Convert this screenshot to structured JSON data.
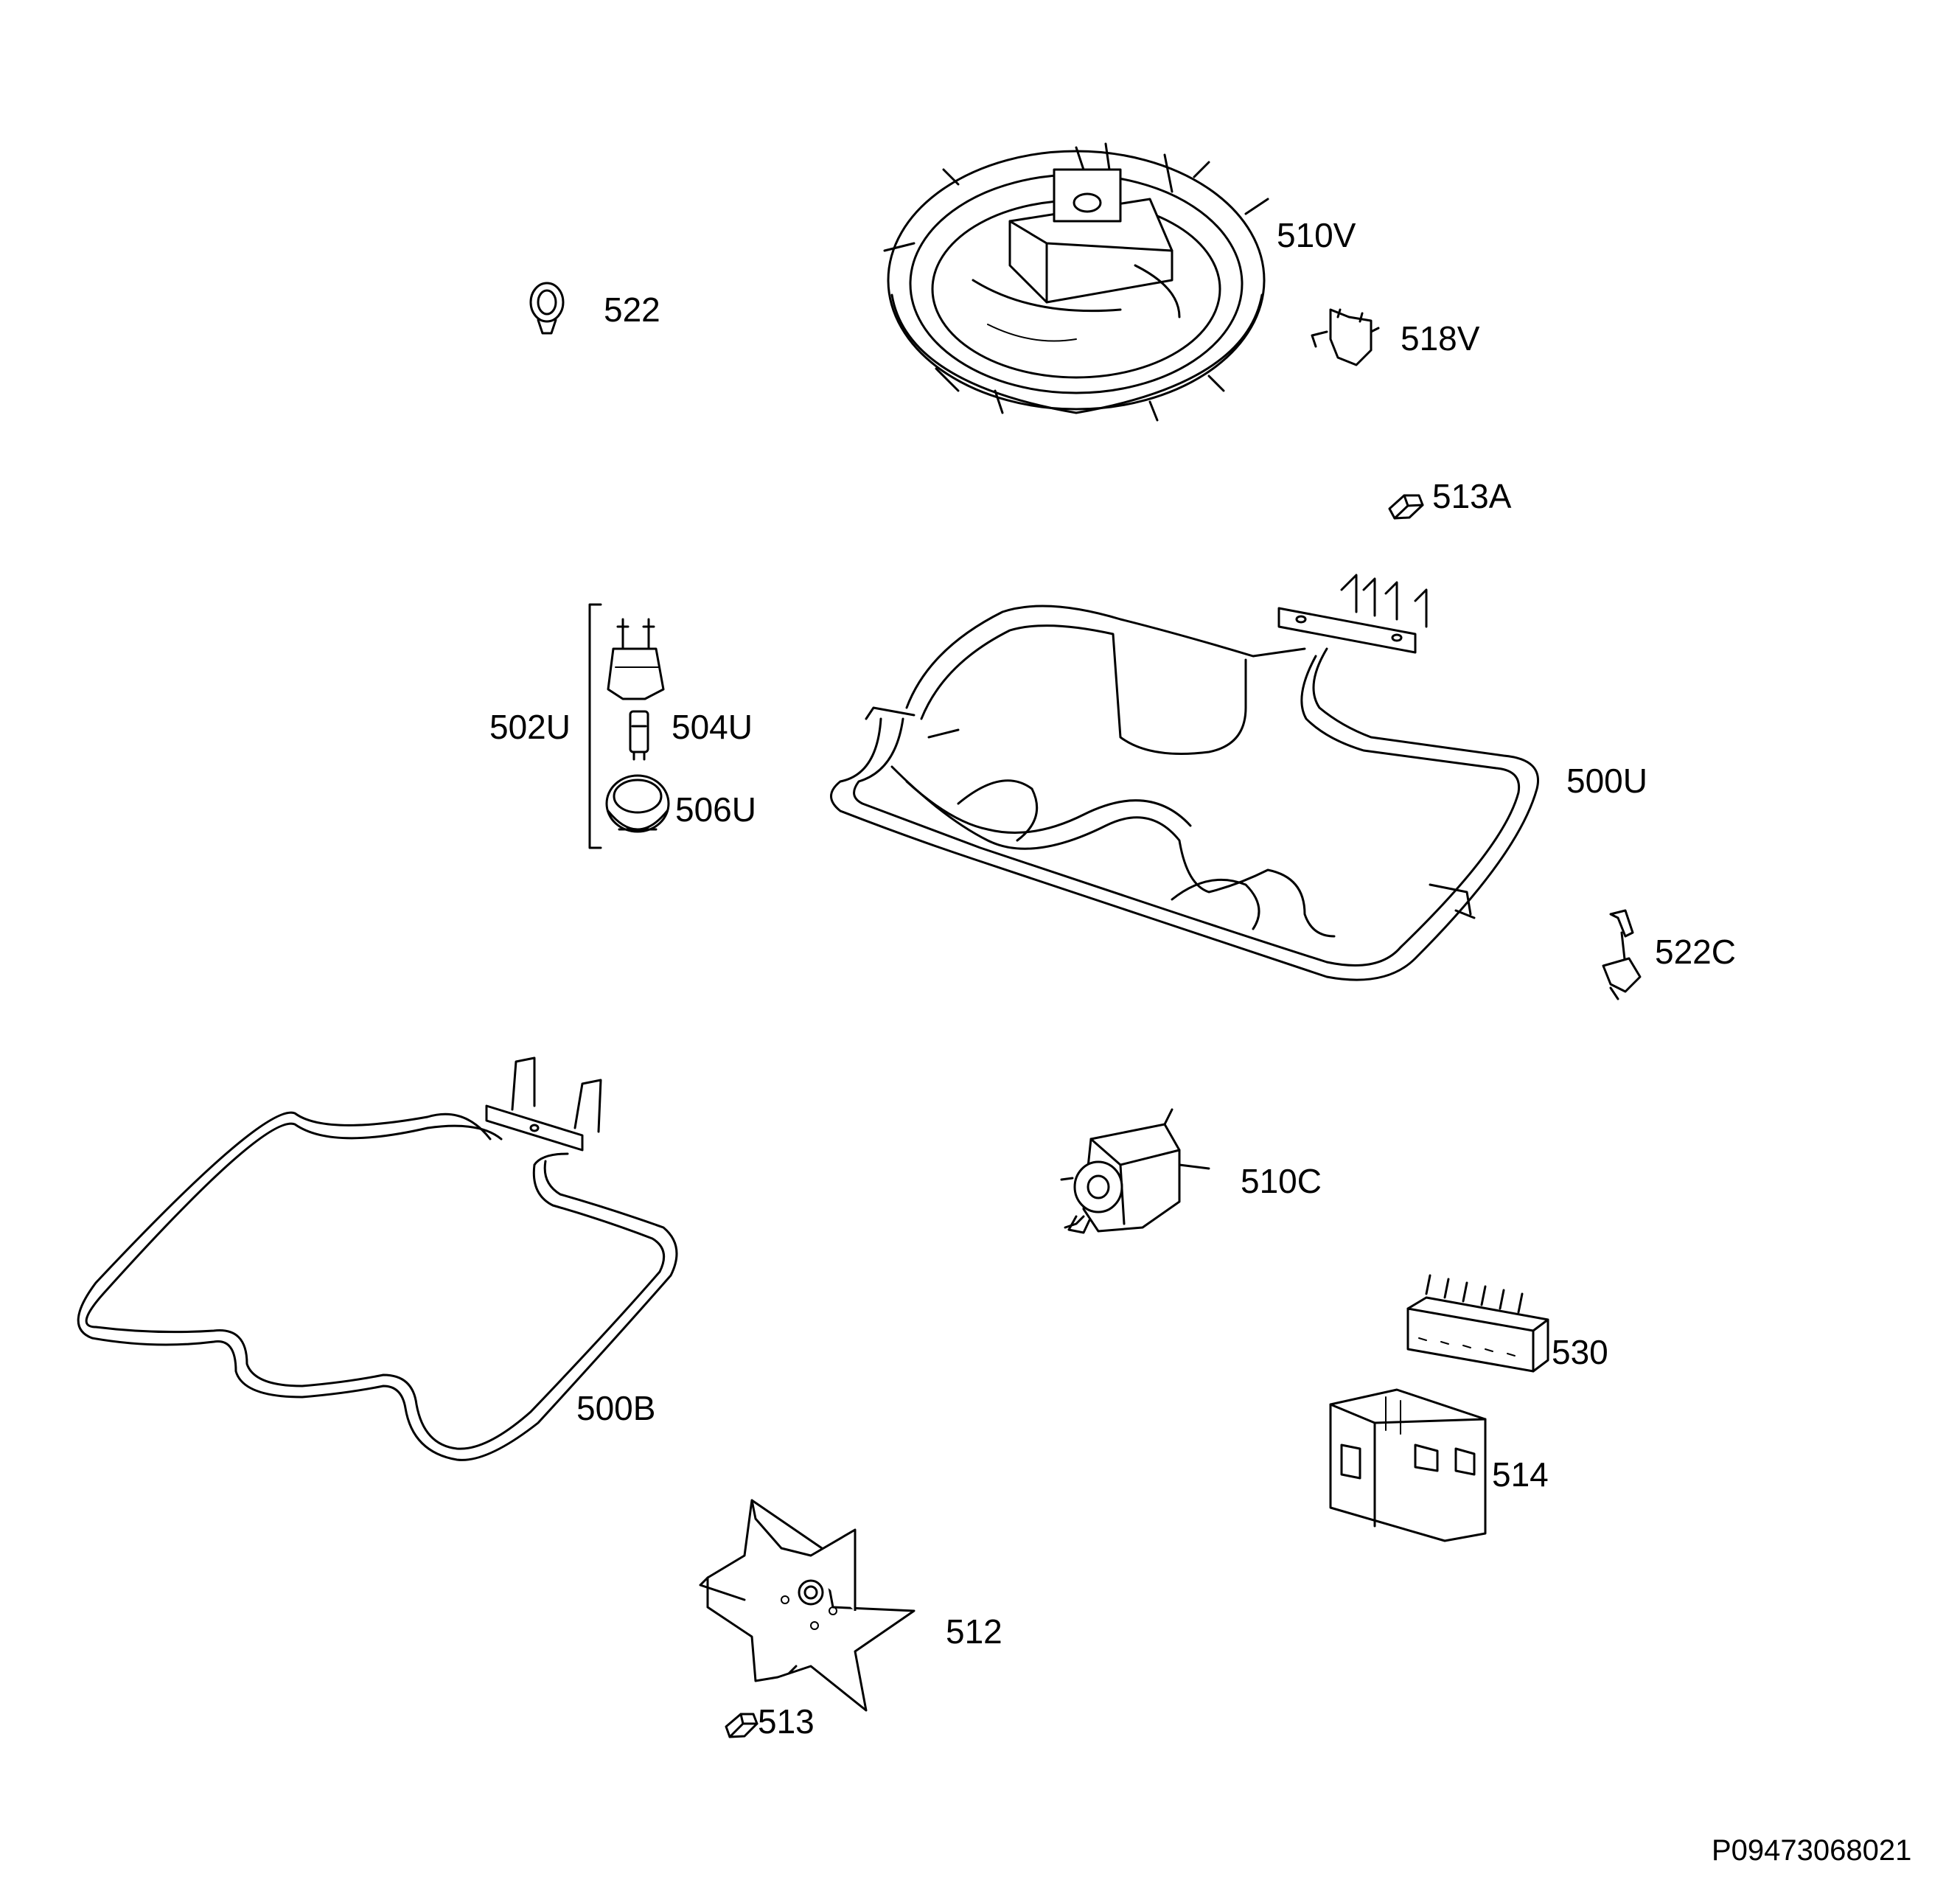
{
  "parts": {
    "p522": "522",
    "p510V": "510V",
    "p518V": "518V",
    "p513A": "513A",
    "p502U": "502U",
    "p504U": "504U",
    "p506U": "506U",
    "p500U": "500U",
    "p522C": "522C",
    "p510C": "510C",
    "p500B": "500B",
    "p530": "530",
    "p514": "514",
    "p512": "512",
    "p513": "513"
  },
  "drawing_ref": "P09473068021",
  "colors": {
    "line": "#000000",
    "background": "#ffffff"
  }
}
